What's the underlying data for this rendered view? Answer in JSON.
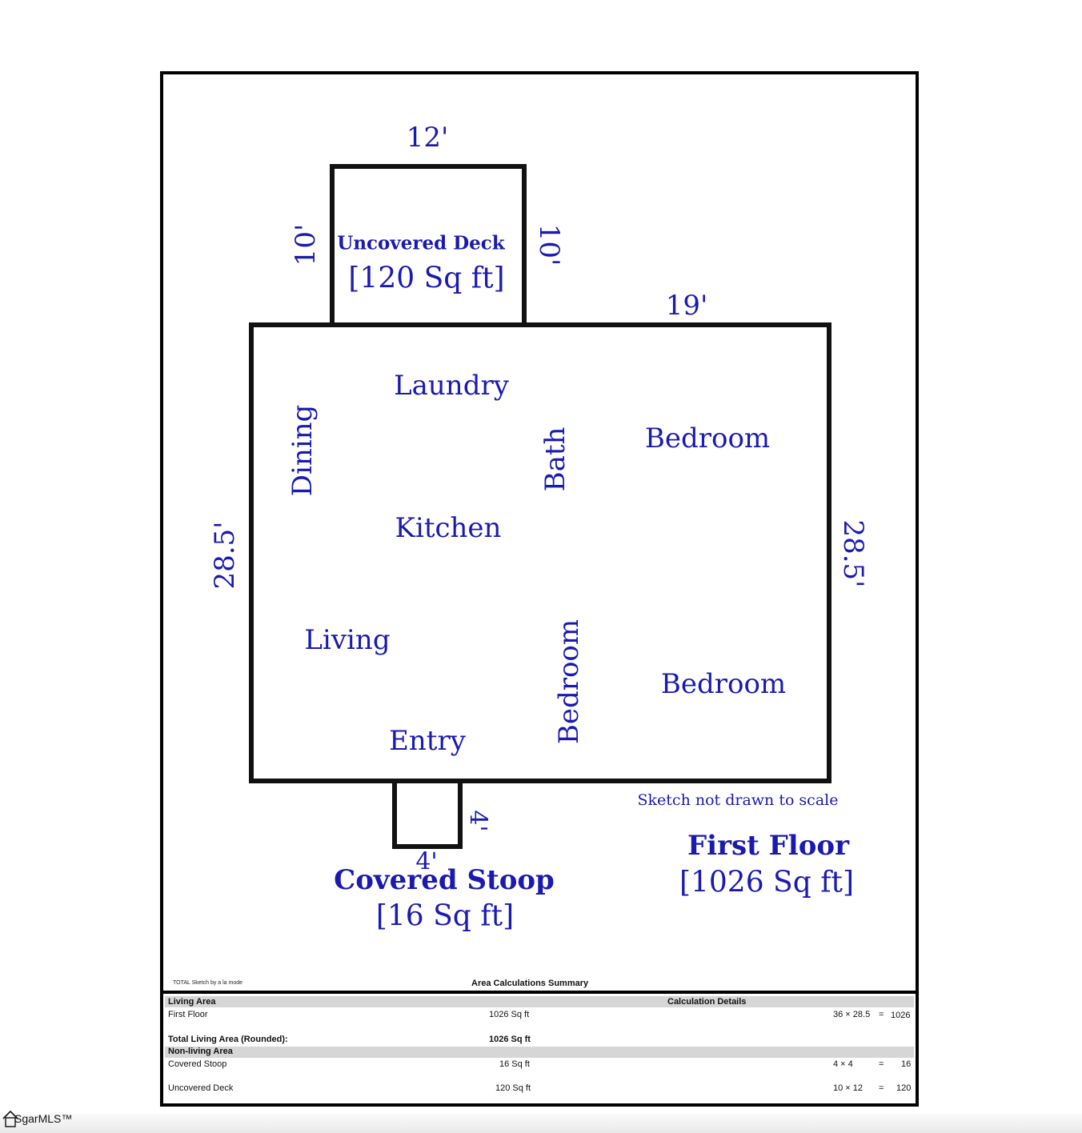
{
  "plan": {
    "deck": {
      "name": "Uncovered Deck",
      "area": "[120 Sq ft]",
      "top": "12'",
      "left": "10'",
      "right": "10'"
    },
    "main": {
      "top": "19'",
      "left": "28.5'",
      "right": "28.5'",
      "rooms": {
        "laundry": "Laundry",
        "dining": "Dining",
        "bath": "Bath",
        "bedroom1": "Bedroom",
        "kitchen": "Kitchen",
        "living": "Living",
        "bedroom2": "Bedroom",
        "bedroom3": "Bedroom",
        "entry": "Entry"
      },
      "name": "First Floor",
      "area": "[1026 Sq ft]",
      "note": "Sketch not drawn to scale"
    },
    "stoop": {
      "name": "Covered Stoop",
      "area": "[16 Sq ft]",
      "bottom": "4'",
      "right": "4'"
    }
  },
  "summary": {
    "credit": "TOTAL Sketch by a la mode",
    "title": "Area Calculations Summary",
    "living_header": "Living Area",
    "details_header": "Calculation Details",
    "rows_living": [
      {
        "name": "First Floor",
        "area": "1026 Sq ft",
        "calc": "36 × 28.5",
        "eq": "=",
        "result": "1026"
      }
    ],
    "total_label": "Total Living Area (Rounded):",
    "total_value": "1026 Sq ft",
    "nonliving_header": "Non-living Area",
    "rows_nonliving": [
      {
        "name": "Covered Stoop",
        "area": "16 Sq ft",
        "calc": "4 × 4",
        "eq": "=",
        "result": "16"
      },
      {
        "name": "Uncovered Deck",
        "area": "120 Sq ft",
        "calc": "10 × 12",
        "eq": "=",
        "result": "120"
      }
    ]
  },
  "footer": {
    "brand": "SgarMLS™"
  },
  "colors": {
    "label": "#1a1ab0",
    "wall": "#111111",
    "band": "#d6d6d6"
  }
}
